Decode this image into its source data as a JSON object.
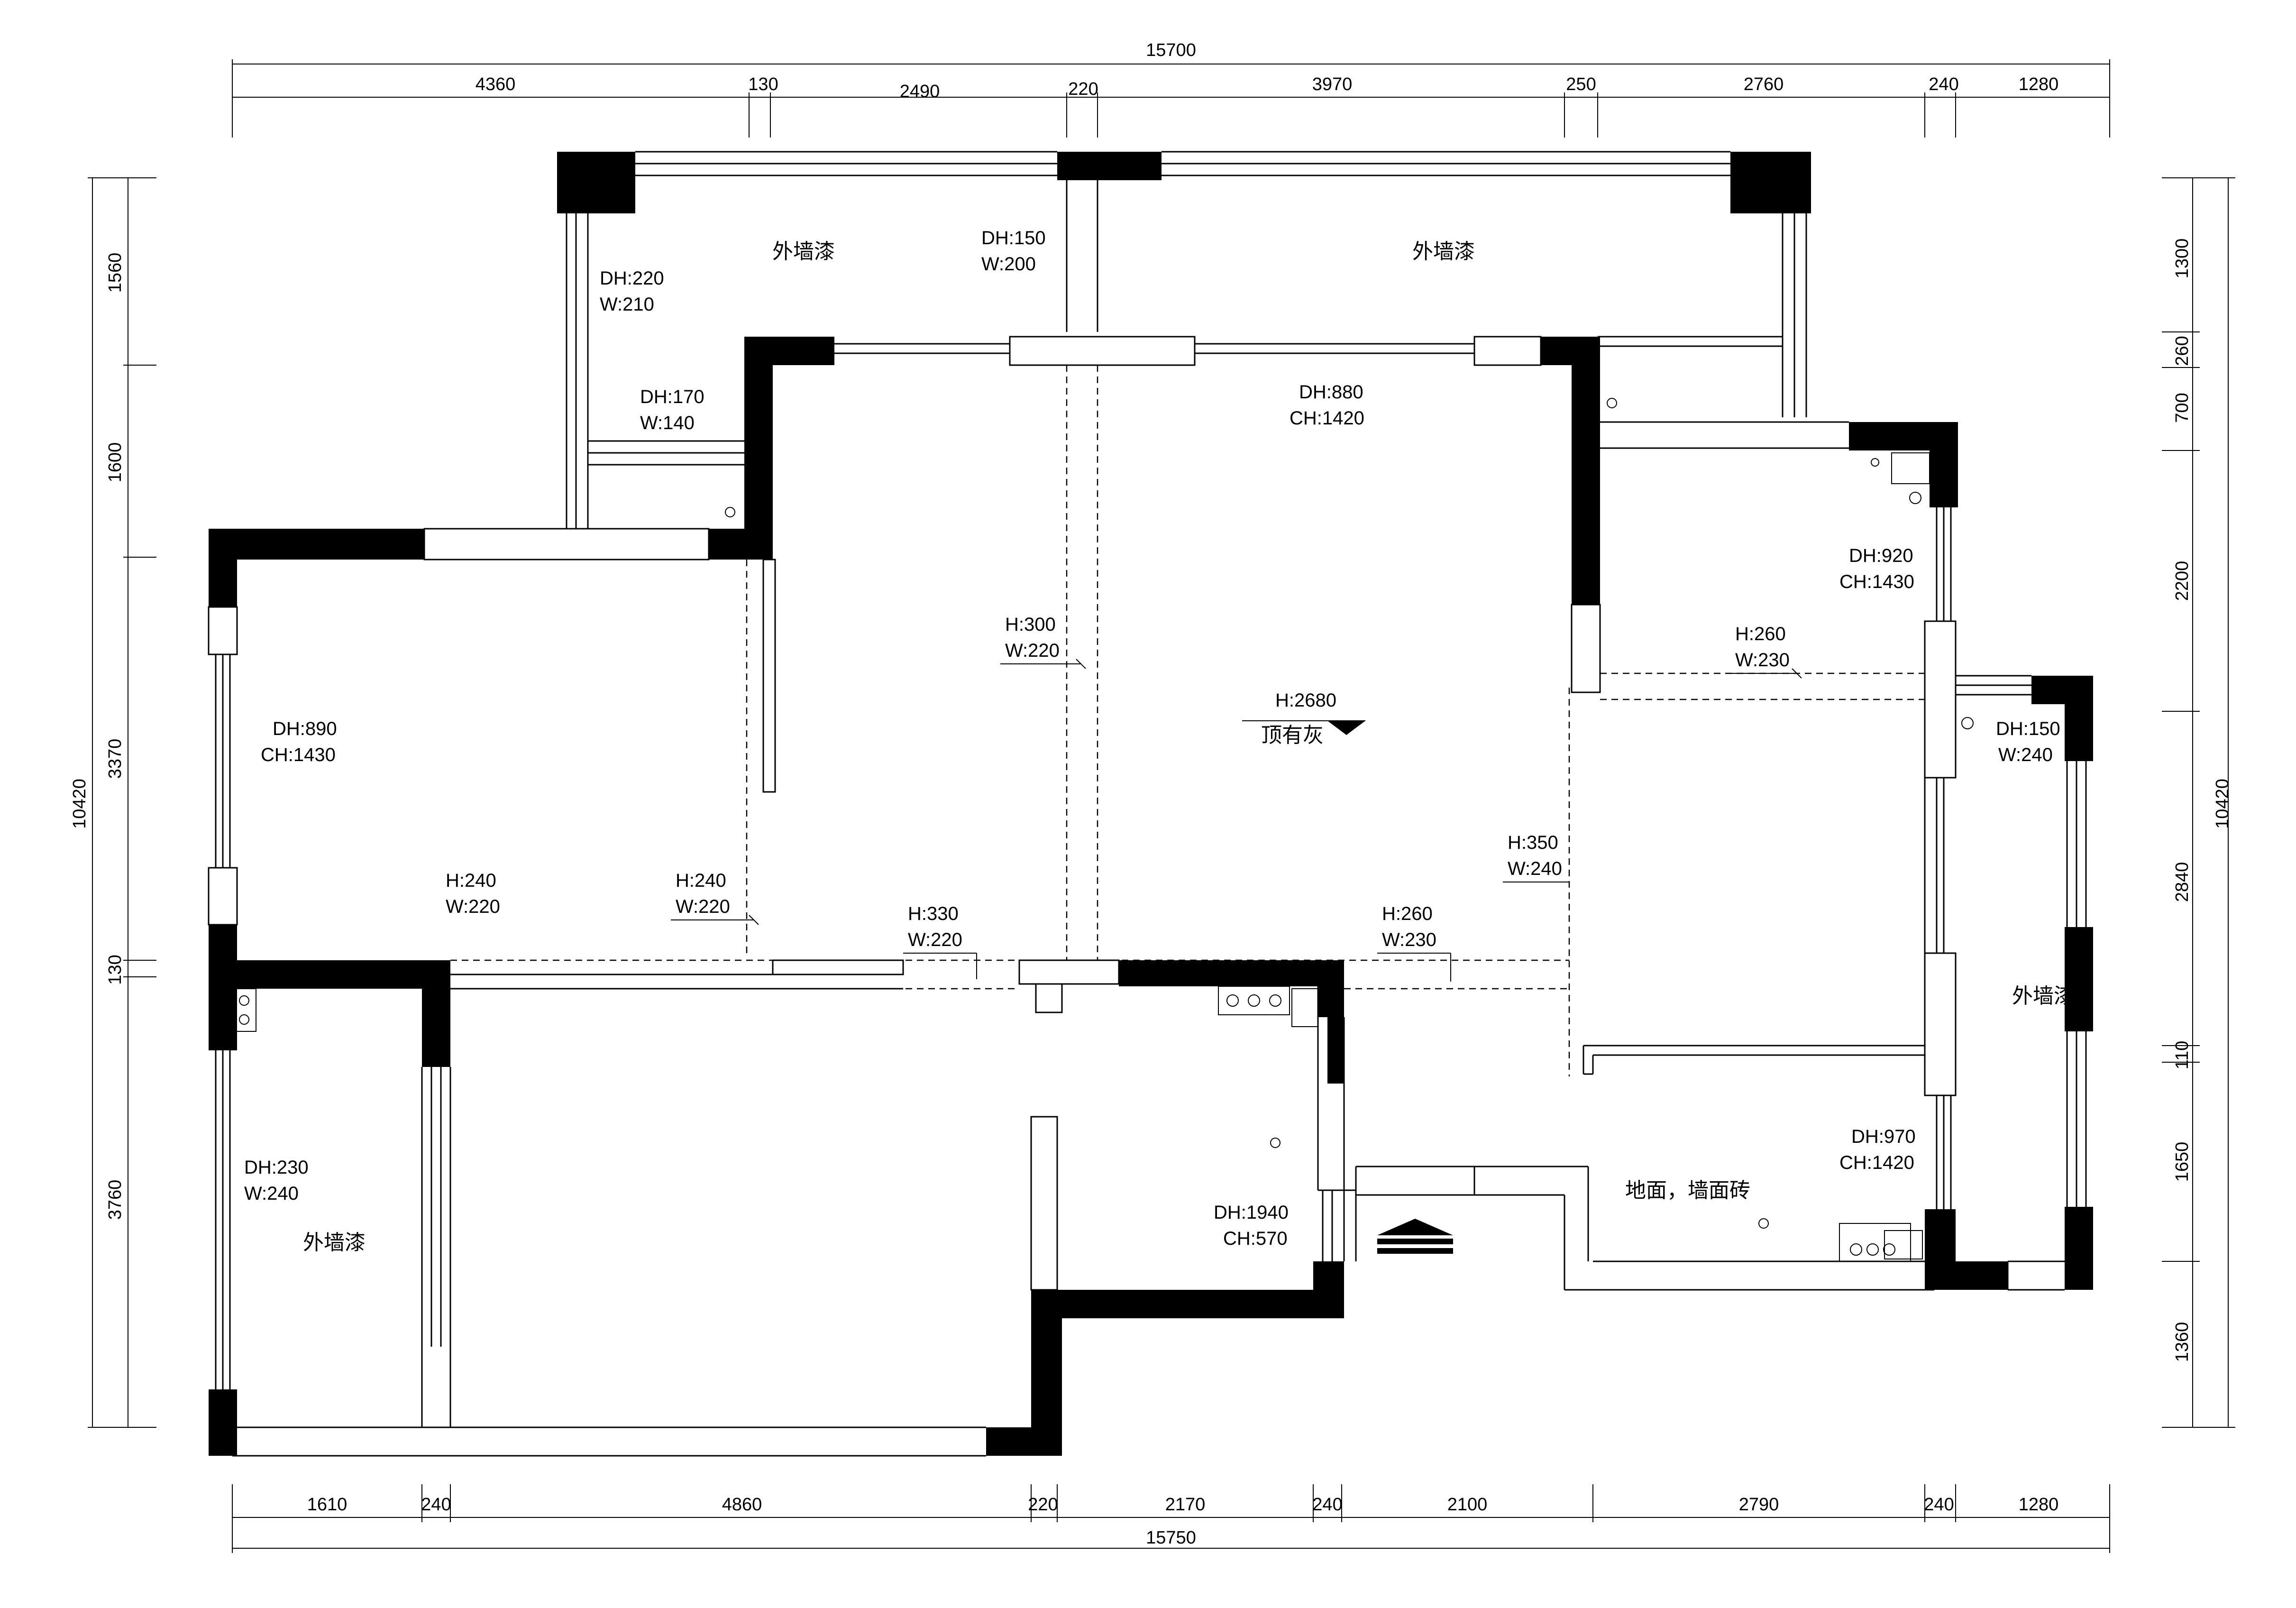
{
  "dimensions": {
    "top_total": "15700",
    "top_segments": [
      "4360",
      "130",
      "2490",
      "220",
      "3970",
      "250",
      "2760",
      "240",
      "1280"
    ],
    "bottom_total": "15750",
    "bottom_segments": [
      "1610",
      "240",
      "4860",
      "220",
      "2170",
      "240",
      "2100",
      "2790",
      "240",
      "1280"
    ],
    "left_total": "10420",
    "left_segments": [
      "1560",
      "1600",
      "3370",
      "130",
      "3760"
    ],
    "right_total": "10420",
    "right_segments": [
      "1300",
      "260",
      "700",
      "2200",
      "2840",
      "110",
      "1650",
      "1360"
    ]
  },
  "annotations": {
    "a1": "DH:220",
    "a1b": "W:210",
    "a2": "DH:150",
    "a2b": "W:200",
    "a3": "DH:170",
    "a3b": "W:140",
    "a4": "DH:880",
    "a4b": "CH:1420",
    "a5": "DH:920",
    "a5b": "CH:1430",
    "a6": "DH:890",
    "a6b": "CH:1430",
    "a7": "H:300",
    "a7b": "W:220",
    "a8": "H:260",
    "a8b": "W:230",
    "a9": "H:2680",
    "a10": "DH:150",
    "a10b": "W:240",
    "a11": "H:350",
    "a11b": "W:240",
    "a12": "H:240",
    "a12b": "W:220",
    "a13": "H:240",
    "a13b": "W:220",
    "a14": "H:330",
    "a14b": "W:220",
    "a15": "H:260",
    "a15b": "W:230",
    "a16": "DH:230",
    "a16b": "W:240",
    "a17": "DH:970",
    "a17b": "CH:1420",
    "a18": "DH:1940",
    "a18b": "CH:570"
  },
  "labels": {
    "exterior_paint_1": "外墙漆",
    "exterior_paint_2": "外墙漆",
    "exterior_paint_3": "外墙漆",
    "exterior_paint_4": "外墙漆",
    "ceiling_gray": "顶有灰",
    "floor_wall_tile": "地面，墙面砖"
  }
}
